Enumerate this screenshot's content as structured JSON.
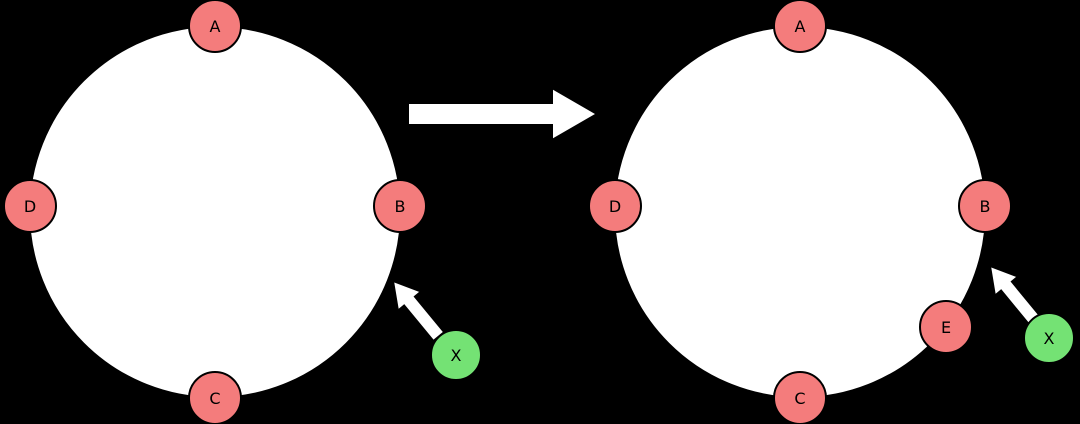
{
  "diagram": {
    "colors": {
      "background": "#000000",
      "ring_fill": "#ffffff",
      "ring_stroke": "#000000",
      "node_fill": "#f47c7c",
      "incoming_fill": "#74e274",
      "arrow_fill": "#ffffff"
    },
    "before": {
      "nodes": [
        {
          "label": "A"
        },
        {
          "label": "B"
        },
        {
          "label": "C"
        },
        {
          "label": "D"
        }
      ],
      "incoming": {
        "label": "X"
      }
    },
    "after": {
      "nodes": [
        {
          "label": "A"
        },
        {
          "label": "B"
        },
        {
          "label": "C"
        },
        {
          "label": "D"
        },
        {
          "label": "E"
        }
      ],
      "incoming": {
        "label": "X"
      }
    }
  }
}
